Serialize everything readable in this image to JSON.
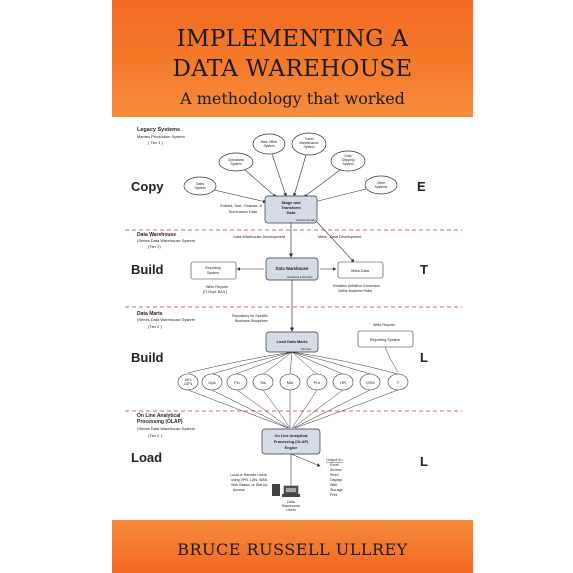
{
  "cover": {
    "title_line1": "IMPLEMENTING A",
    "title_line2": "DATA WAREHOUSE",
    "subtitle": "A methodology that worked",
    "author": "BRUCE RUSSELL ULLREY"
  },
  "diagram": {
    "stages": [
      {
        "left": "Copy",
        "right": "E"
      },
      {
        "left": "Build",
        "right": "T"
      },
      {
        "left": "Build",
        "right": "L"
      },
      {
        "left": "Load",
        "right": "L"
      }
    ],
    "section_legacy": {
      "title": "Legacy Systems",
      "line1": "Mantec Production System",
      "line2": "( Tier 1 )"
    },
    "section_dw": {
      "title": "Data Warehouse",
      "line1": "(Series Data Warehouse System",
      "line2": "(Tier 2)"
    },
    "section_dm": {
      "title": "Data Marts",
      "line1": "(Series Data Warehouse System",
      "line2": "(Tier 2 )"
    },
    "section_olap": {
      "title1": "On Line Analytical",
      "title2": "Processing (OLAP)",
      "line1": "(Series Data Warehouse System",
      "line2": "(Tier 2 )"
    },
    "sources": [
      {
        "l1": "Sales",
        "l2": "System"
      },
      {
        "l1": "Operations",
        "l2": "System"
      },
      {
        "l1": "Back Office",
        "l2": "System"
      },
      {
        "l1": "Travel",
        "l2": "Maintenance",
        "l3": "System"
      },
      {
        "l1": "Data",
        "l2": "Shipping",
        "l3": "System"
      },
      {
        "l1": "Other",
        "l2": "Systems"
      }
    ],
    "stage_box": {
      "l1": "Stage and",
      "l2": "Transform",
      "l3": "Data",
      "tag": "Relational Files"
    },
    "extract_note": {
      "l1": "Extract, Sort, Cleanse, &",
      "l2": "Summarize Data"
    },
    "dw_dev_label": "Data Warehouse Development",
    "meta_dev_label": "Meta - Data Development",
    "dw_box": {
      "label": "Data Warehouse",
      "tag": "Relational & Flat Files"
    },
    "reporting_box_dw": {
      "l1": "Reporting",
      "l2": "System"
    },
    "write_reports_dw": {
      "l1": "Write Reports",
      "l2": "(IT Dept. BA's )"
    },
    "meta_box": {
      "label": "Meta-Data"
    },
    "meta_note": {
      "l1": "Establish Definition Consensus",
      "l2": "Define Business Rules"
    },
    "repository_note": {
      "l1": "Repository for Specific",
      "l2": "Business Disciplines"
    },
    "write_reports_dm": "Write Reports",
    "reporting_box_dm": "Reporting System",
    "dm_box": {
      "label": "Load Data Marts",
      "tag": "Flat Files"
    },
    "marts": [
      {
        "l1": "AR's",
        "l2": "CSF's"
      },
      {
        "l1": "Ops"
      },
      {
        "l1": "Fin"
      },
      {
        "l1": "Sls"
      },
      {
        "l1": "Mkt"
      },
      {
        "l1": "Pur"
      },
      {
        "l1": "HR"
      },
      {
        "l1": "CRM"
      },
      {
        "l1": "T"
      }
    ],
    "olap_box": {
      "l1": "On Line Analytical",
      "l2": "Processing (OLAP)",
      "l3": "Engine"
    },
    "users_note": {
      "l1": "Local or Remote Users",
      "l2": "using VPN, LAN, WAN,",
      "l3": "Web Based, or Dial Up",
      "l4": "Access"
    },
    "users_label": {
      "l1": "Data",
      "l2": "Warehouse",
      "l3": "Users"
    },
    "output_note": {
      "title": "Output to:",
      "items": [
        "Excel",
        "Access",
        "Word",
        "Display",
        "Web",
        "Storage",
        "Print"
      ]
    }
  }
}
